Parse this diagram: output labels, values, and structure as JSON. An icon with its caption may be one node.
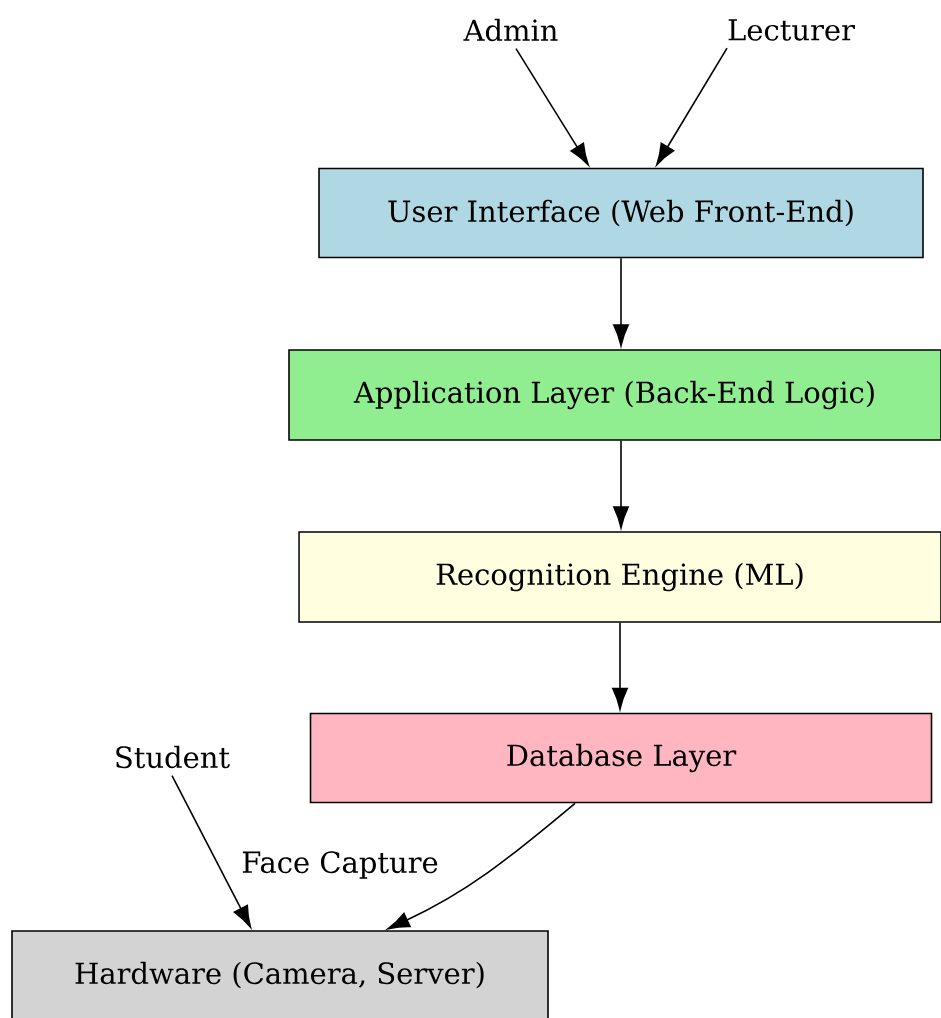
{
  "diagram": {
    "nodes": [
      {
        "text": [
          "Admin"
        ]
      },
      {
        "text": [
          "Lecturer"
        ]
      },
      {
        "text": [
          "User Interface (Web Front-End)"
        ]
      },
      {
        "text": [
          "Application Layer (Back-End Logic)"
        ]
      },
      {
        "text": [
          "Recognition Engine (ML)"
        ]
      },
      {
        "text": [
          "Database Layer"
        ]
      },
      {
        "text": [
          "Student"
        ]
      },
      {
        "text": [
          "Hardware (Camera, Server)"
        ]
      }
    ],
    "edges": [
      {
        "from": 0,
        "to": 2,
        "arrow": "to"
      },
      {
        "from": 1,
        "to": 2,
        "arrow": "to"
      },
      {
        "from": 2,
        "to": 3,
        "arrow": "to"
      },
      {
        "from": 3,
        "to": 4,
        "arrow": "to"
      },
      {
        "from": 4,
        "to": 5,
        "arrow": "to"
      },
      {
        "from": 6,
        "to": 7,
        "label": "Face Capture",
        "arrow": "to"
      },
      {
        "from": 5,
        "to": 7,
        "arrow": "to"
      }
    ]
  }
}
